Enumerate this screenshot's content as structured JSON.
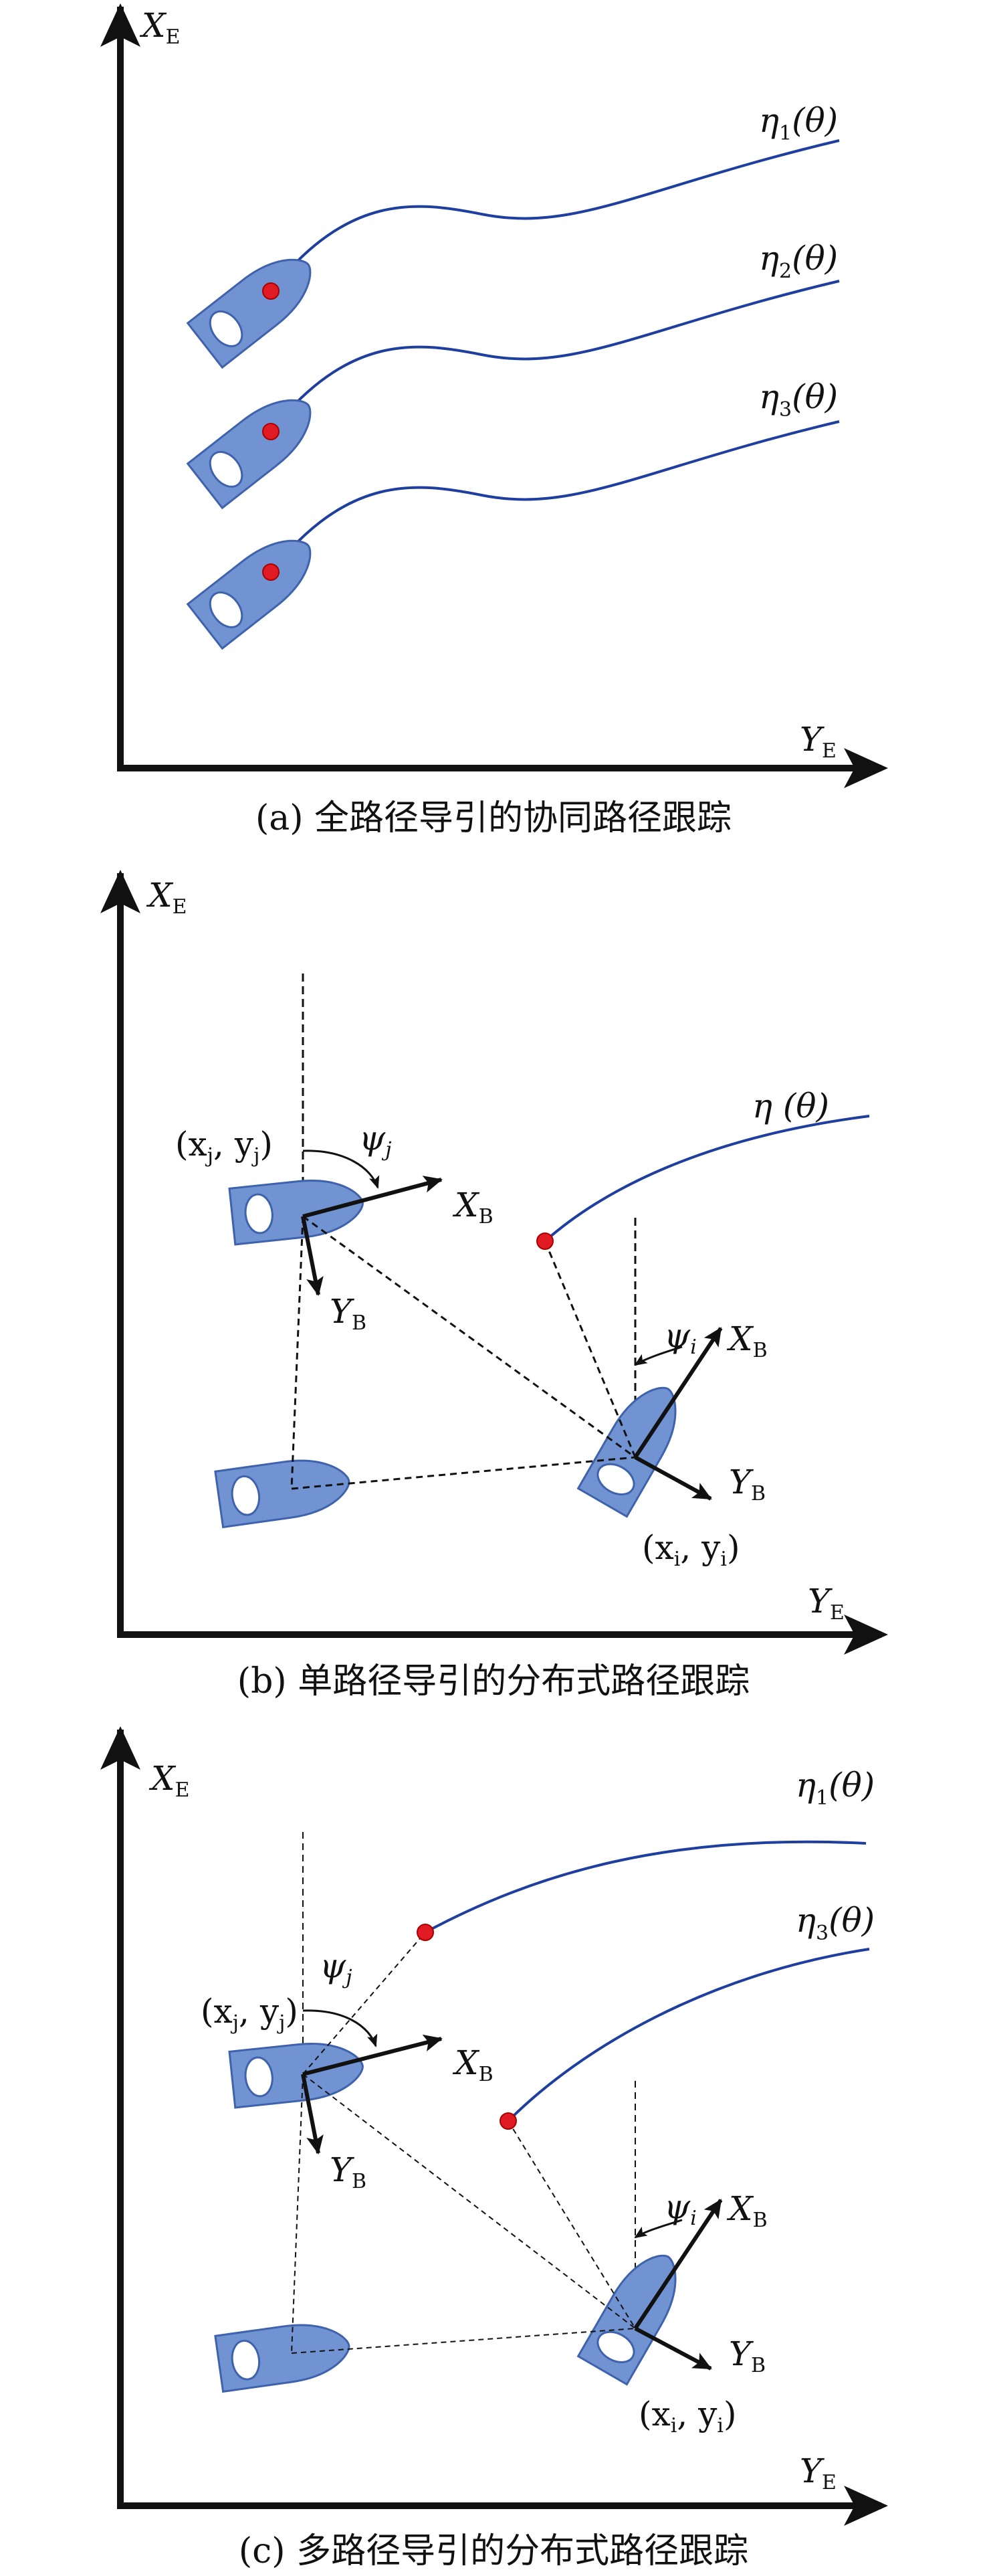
{
  "colors": {
    "boat_fill": "#7193d2",
    "boat_stroke": "#3f62ad",
    "path": "#1f3f9e",
    "dot": "#e01b24",
    "ink": "#111111"
  },
  "axes": {
    "x_var": "X",
    "x_sub": "E",
    "y_var": "Y",
    "y_sub": "E"
  },
  "body_axes": {
    "x_var": "X",
    "x_sub": "B",
    "y_var": "Y",
    "y_sub": "B"
  },
  "panel_a": {
    "caption": "(a) 全路径导引的协同路径跟踪",
    "paths": [
      {
        "eta": "η",
        "sub": "1",
        "arg": "(θ)"
      },
      {
        "eta": "η",
        "sub": "2",
        "arg": "(θ)"
      },
      {
        "eta": "η",
        "sub": "3",
        "arg": "(θ)"
      }
    ]
  },
  "panel_b": {
    "caption": "(b) 单路径导引的分布式路径跟踪",
    "path": {
      "eta": "η",
      "arg": " (θ)"
    },
    "psi_j": {
      "sym": "ψ",
      "sub": "j"
    },
    "psi_i": {
      "sym": "ψ",
      "sub": "i"
    },
    "pos_j": {
      "open": "(x",
      "sub1": "j",
      "mid": ", y",
      "sub2": "j",
      "close": ")"
    },
    "pos_i": {
      "open": "(x",
      "sub1": "i",
      "mid": ", y",
      "sub2": "i",
      "close": ")"
    }
  },
  "panel_c": {
    "caption": "(c) 多路径导引的分布式路径跟踪",
    "paths": [
      {
        "eta": "η",
        "sub": "1",
        "arg": "(θ)"
      },
      {
        "eta": "η",
        "sub": "3",
        "arg": "(θ)"
      }
    ],
    "psi_j": {
      "sym": "ψ",
      "sub": "j"
    },
    "psi_i": {
      "sym": "ψ",
      "sub": "i"
    },
    "pos_j": {
      "open": "(x",
      "sub1": "j",
      "mid": ", y",
      "sub2": "j",
      "close": ")"
    },
    "pos_i": {
      "open": "(x",
      "sub1": "i",
      "mid": ", y",
      "sub2": "i",
      "close": ")"
    }
  }
}
